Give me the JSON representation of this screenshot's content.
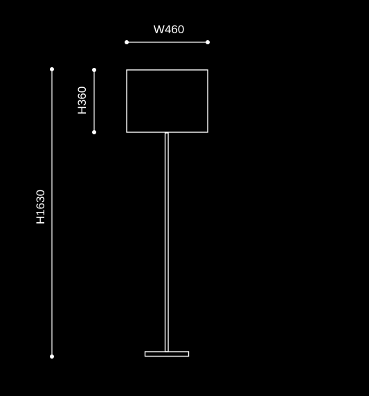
{
  "diagram": {
    "subject": "floor-lamp",
    "colors": {
      "background": "#000000",
      "stroke": "#ffffff"
    },
    "dimensions": {
      "width_label": "W460",
      "shade_height_label": "H360",
      "total_height_label": "H1630"
    }
  }
}
